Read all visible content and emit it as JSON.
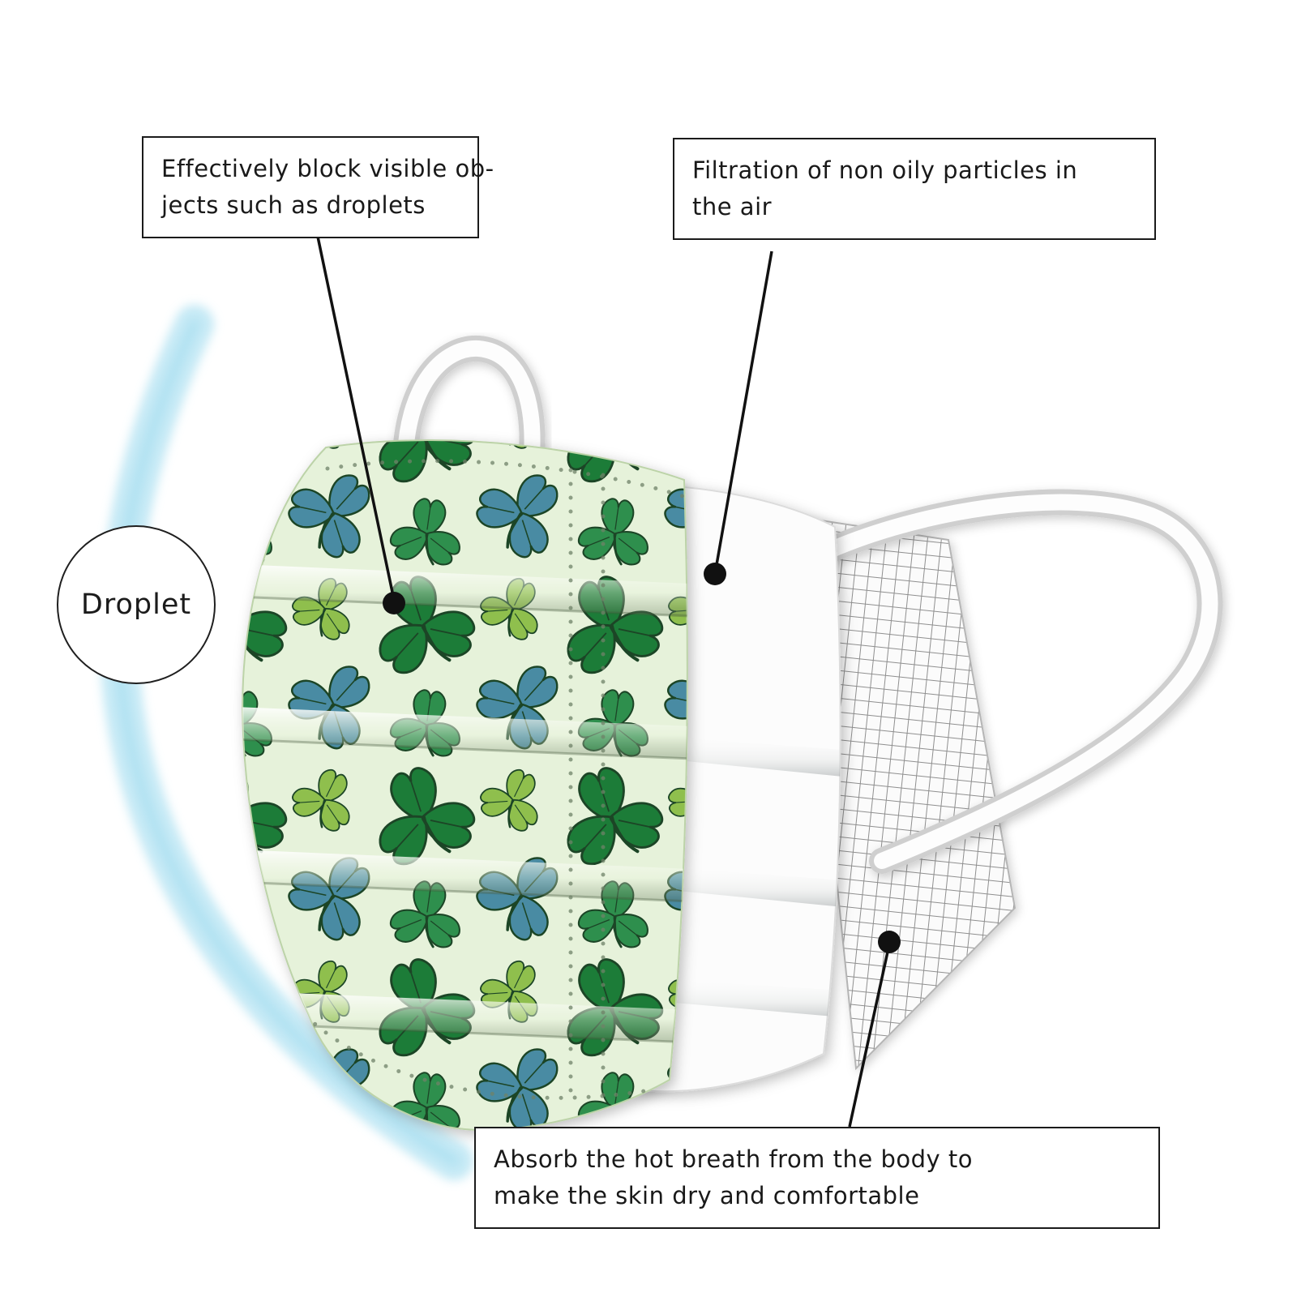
{
  "droplet": {
    "label": "Droplet"
  },
  "callouts": [
    {
      "name": "outer-printed-layer",
      "lines": [
        "Effectively block visible ob-",
        "jects such as droplets"
      ]
    },
    {
      "name": "middle-filter-layer",
      "lines": [
        "Filtration of non oily particles in",
        "the air"
      ]
    },
    {
      "name": "inner-absorbent-layer",
      "lines": [
        "Absorb the hot breath from the body to",
        "make the skin dry and comfortable"
      ]
    }
  ],
  "colors": {
    "print_background": "#e6f2da",
    "clover_dark_green": "#1e7b38",
    "clover_mid_green": "#2f8f4e",
    "clover_light_green": "#8fbf4d",
    "clover_blue": "#4a8ba3",
    "droplet_arc_blue": "#bfe7f4",
    "callout_border": "#1b1b1b",
    "leader_line": "#111111",
    "mesh_line_gray": "#8f8f8f"
  }
}
